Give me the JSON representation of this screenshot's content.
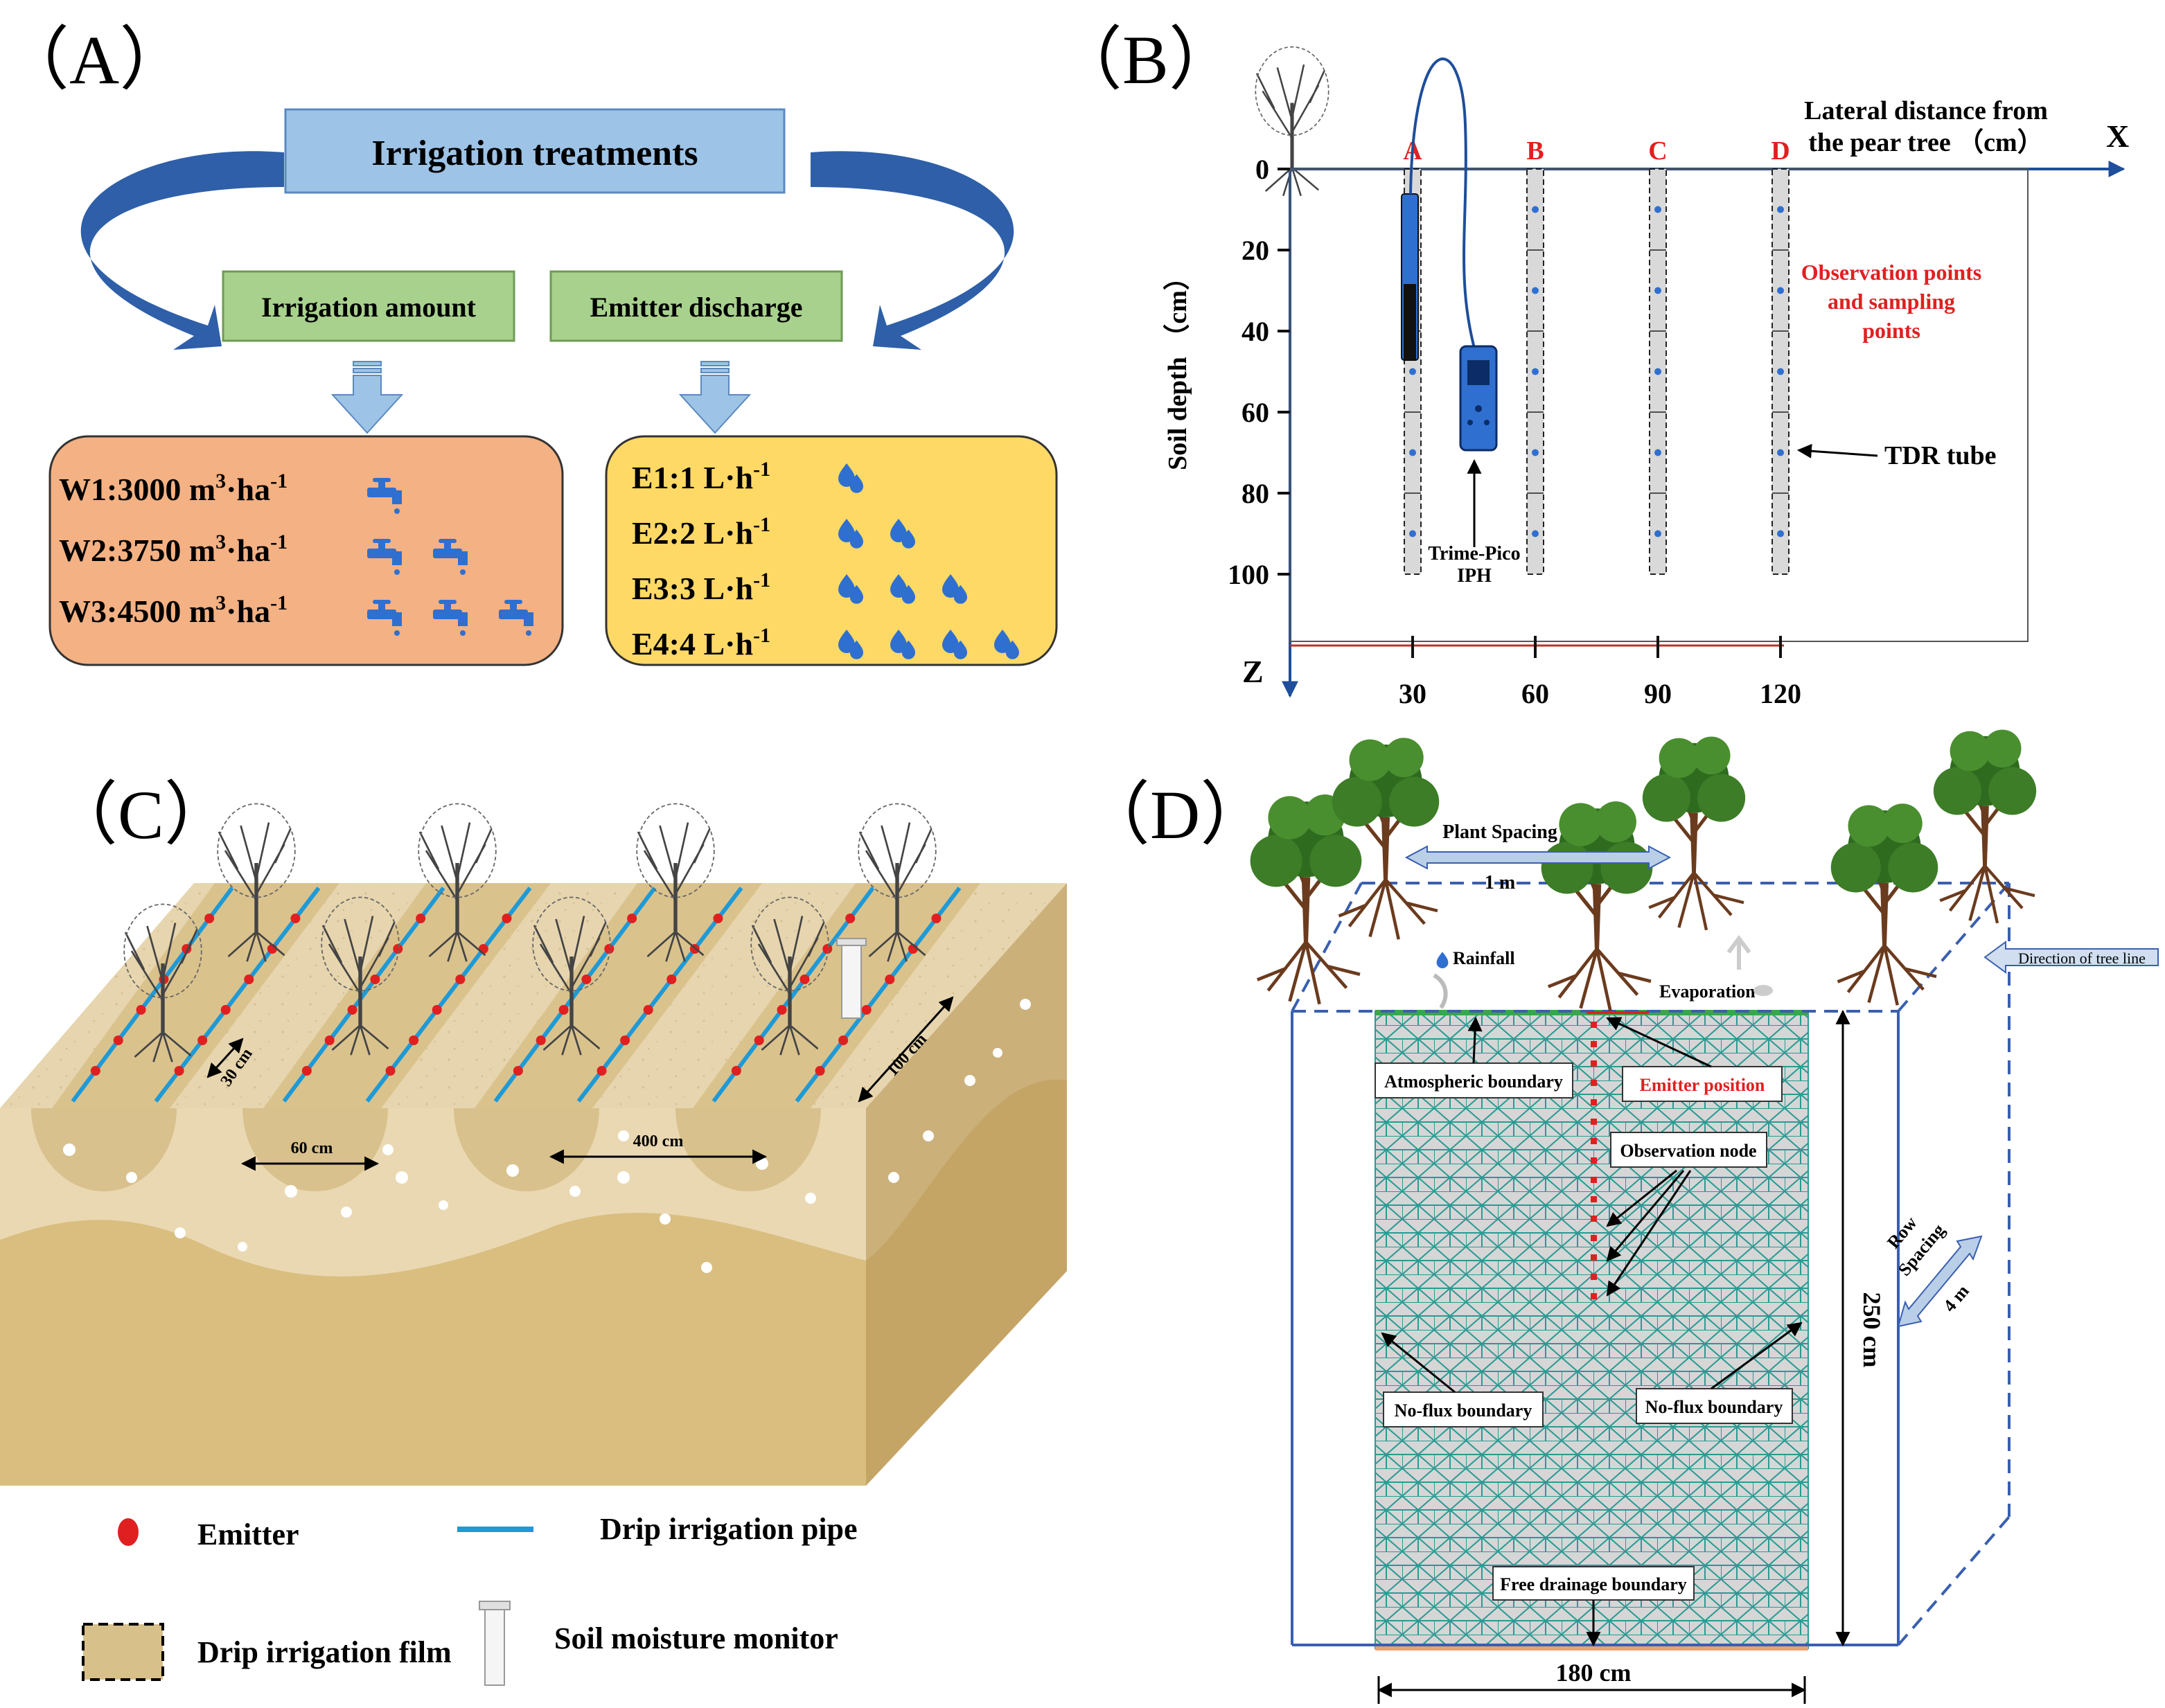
{
  "panels": {
    "a_label": "（A）",
    "b_label": "（B）",
    "c_label": "（C）",
    "d_label": "（D）"
  },
  "panel_a": {
    "title": "Irrigation treatments",
    "amount_box": "Irrigation amount",
    "discharge_box": "Emitter discharge",
    "w_items": [
      {
        "prefix": "W1:3000 m",
        "sup1": "3",
        "mid": "·ha",
        "sup2": "-1"
      },
      {
        "prefix": "W2:3750 m",
        "sup1": "3",
        "mid": "·ha",
        "sup2": "-1"
      },
      {
        "prefix": "W3:4500 m",
        "sup1": "3",
        "mid": "·ha",
        "sup2": "-1"
      }
    ],
    "e_items": [
      {
        "prefix": "E1:1 L·h",
        "sup": "-1"
      },
      {
        "prefix": "E2:2 L·h",
        "sup": "-1"
      },
      {
        "prefix": "E3:3 L·h",
        "sup": "-1"
      },
      {
        "prefix": "E4:4 L·h",
        "sup": "-1"
      }
    ],
    "colors": {
      "title_fill": "#9dc3e6",
      "box_fill": "#a9d18e",
      "w_fill": "#f4b183",
      "e_fill": "#ffd966",
      "arrow": "#2e5fa8"
    }
  },
  "panel_b": {
    "x_axis_label_1": "Lateral distance from",
    "x_axis_label_2": "the  pear tree （cm）",
    "x_letter": "X",
    "z_letter": "Z",
    "y_axis_label": "Soil depth （cm）",
    "depth_ticks": [
      "0",
      "20",
      "40",
      "60",
      "80",
      "100"
    ],
    "x_ticks": [
      "30",
      "60",
      "90",
      "120"
    ],
    "tube_labels": [
      "A",
      "B",
      "C",
      "D"
    ],
    "obs_label_1": "Observation points",
    "obs_label_2": "and sampling",
    "obs_label_3": "points",
    "tdr_label": "TDR tube",
    "probe_label_1": "Trime-Pico",
    "probe_label_2": "IPH",
    "colors": {
      "axis": "#1f4e9a",
      "red": "#e02020",
      "dot": "#2f6fd0"
    }
  },
  "panel_c": {
    "dim_30": "30 cm",
    "dim_60": "60 cm",
    "dim_400": "400 cm",
    "dim_100": "100 cm",
    "legend": {
      "emitter": "Emitter",
      "pipe": "Drip irrigation pipe",
      "film": "Drip irrigation film",
      "monitor": "Soil moisture monitor"
    },
    "colors": {
      "top": "#e9d9b5",
      "film": "#d8c08a",
      "front": "#dcc48e",
      "side": "#c9ad6e",
      "pipe": "#1e9ad6",
      "emitter": "#e02020"
    }
  },
  "panel_d": {
    "plant_spacing": "Plant Spacing",
    "plant_spacing_value": "1 m",
    "rainfall": "Rainfall",
    "evaporation": "Evaporation",
    "tree_line": "Direction of tree line",
    "atmospheric": "Atmospheric boundary",
    "emitter_position": "Emitter position",
    "observation_node": "Observation node",
    "no_flux_left": "No-flux boundary",
    "no_flux_right": "No-flux boundary",
    "free_drainage": "Free drainage boundary",
    "depth": "250 cm",
    "width": "180 cm",
    "row_spacing_1": "Row",
    "row_spacing_2": "Spacing",
    "row_spacing_value": "4 m",
    "colors": {
      "mesh": "#2a9a93",
      "mesh_bg": "#d6d6d6",
      "frame": "#3a5fb0",
      "red": "#e02020"
    }
  }
}
